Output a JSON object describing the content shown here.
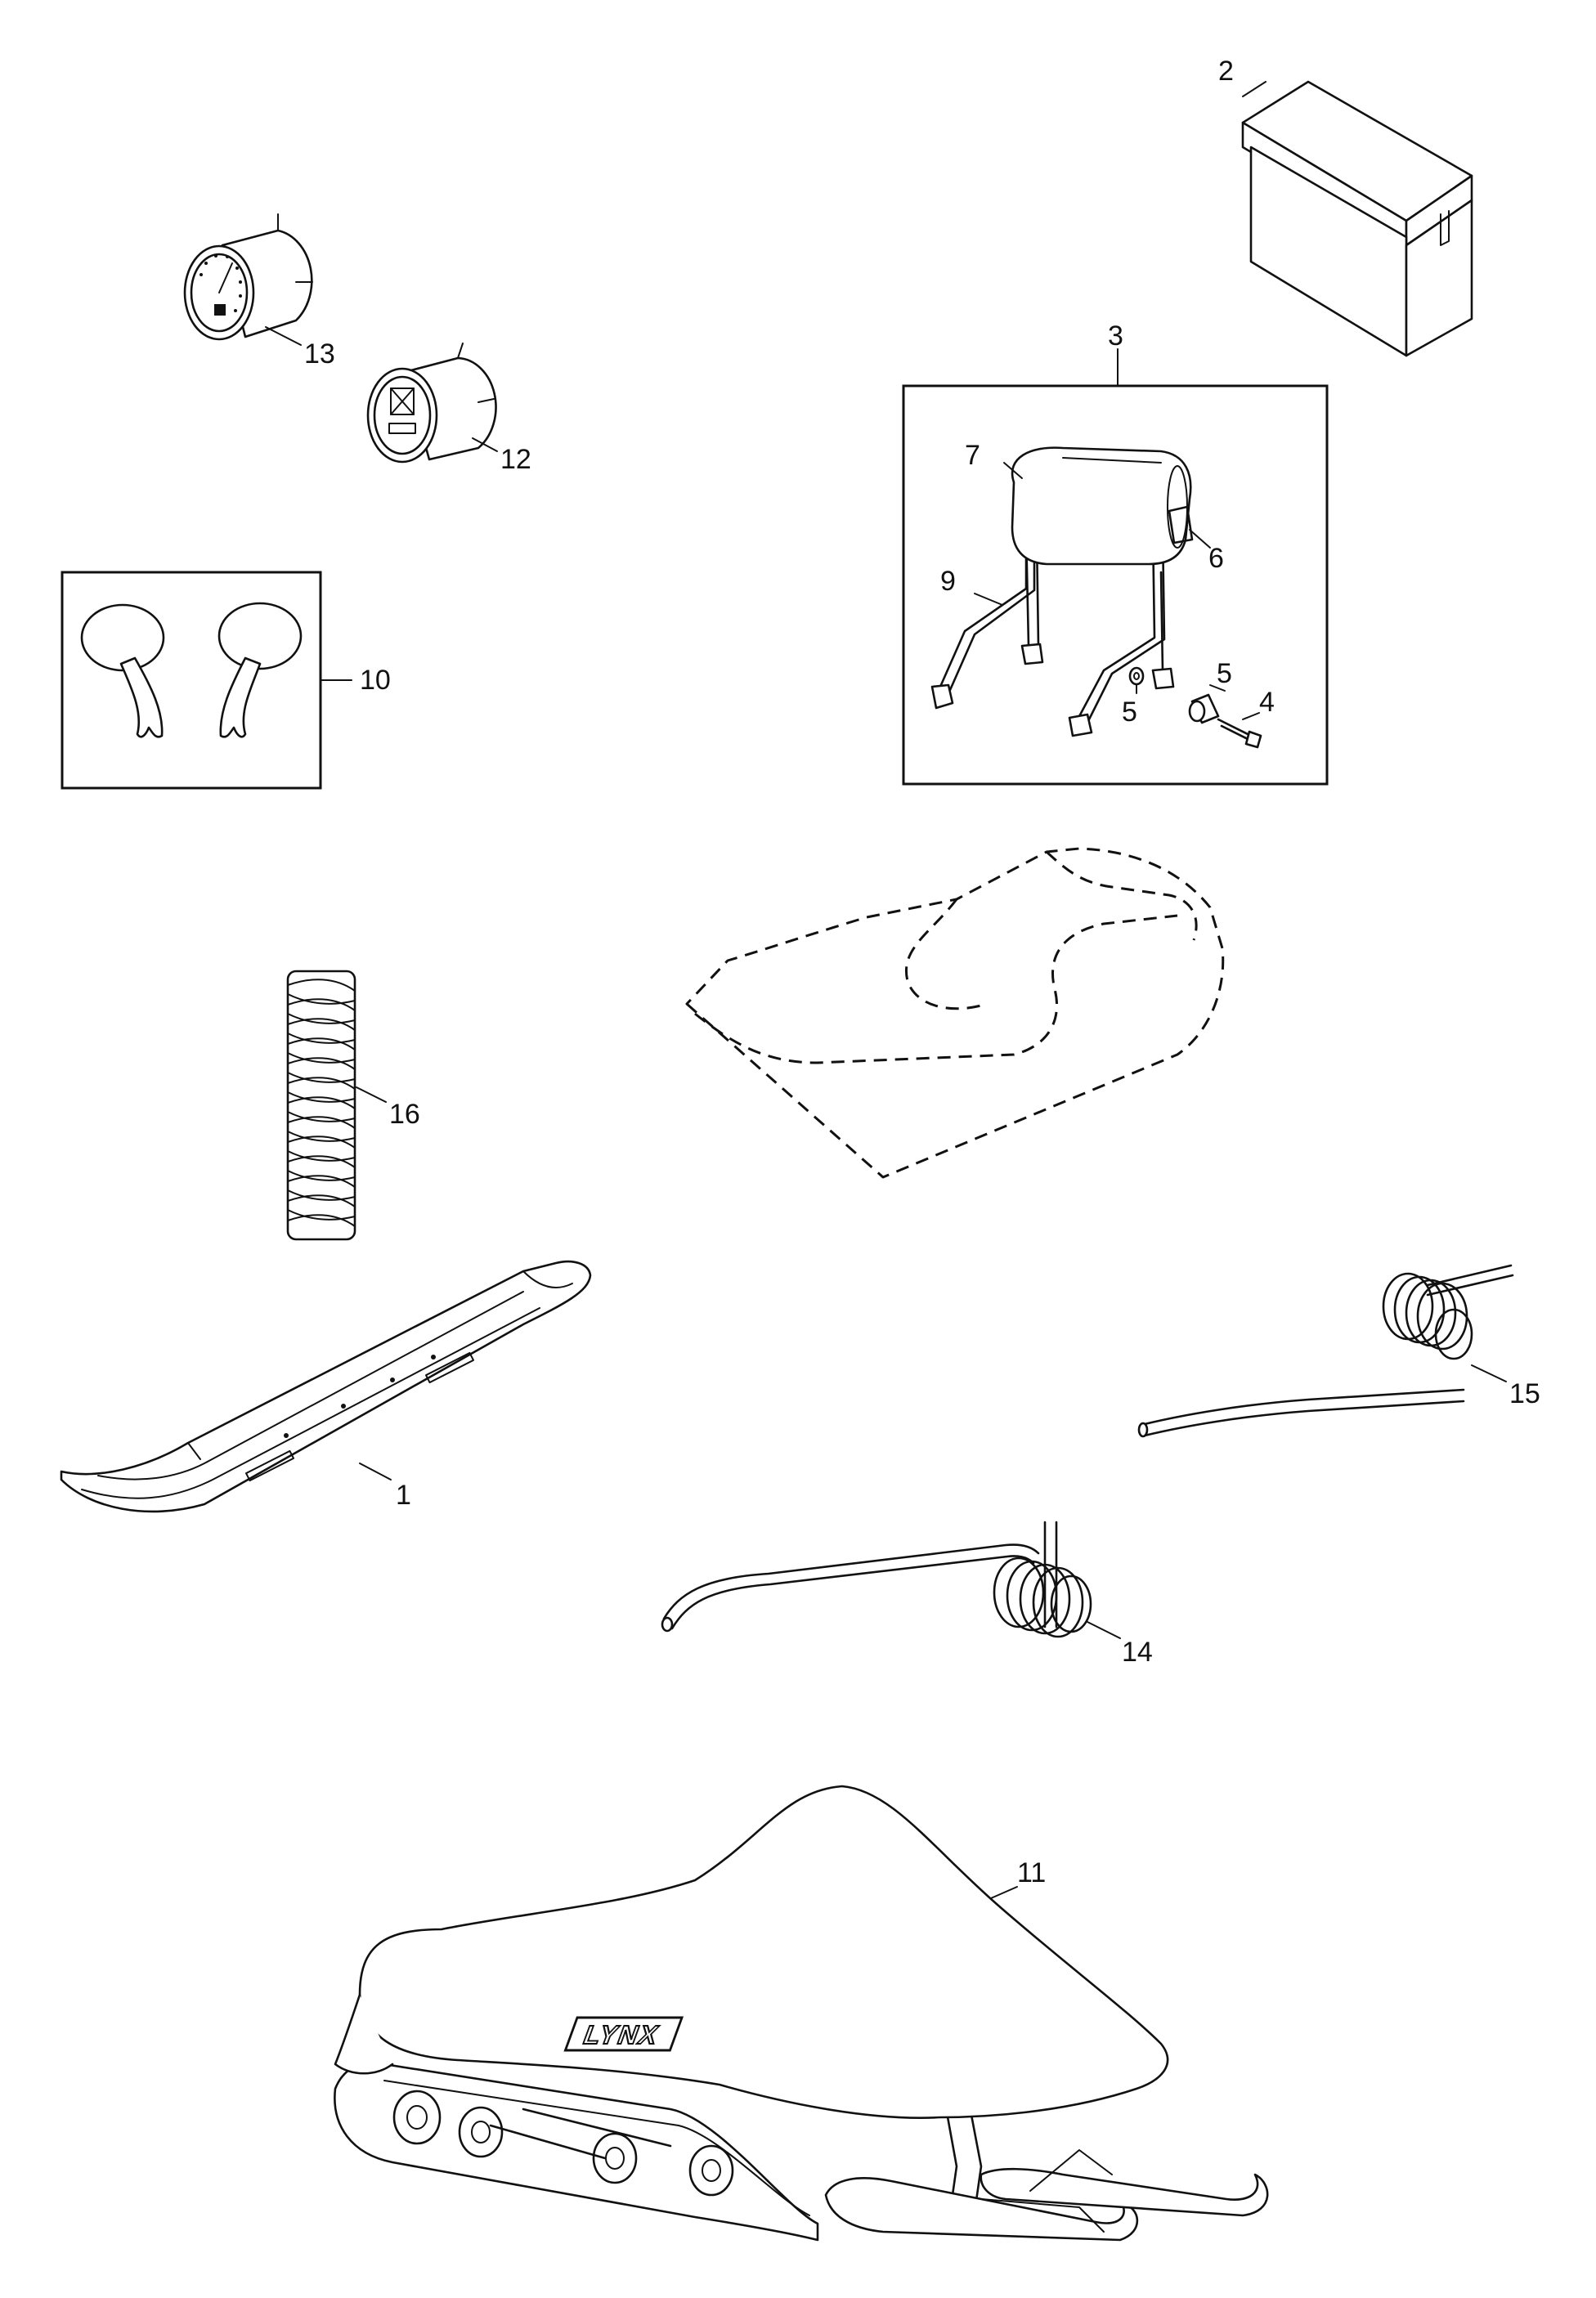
{
  "callouts": {
    "c1": "1",
    "c2": "2",
    "c3": "3",
    "c4": "4",
    "c5a": "5",
    "c5b": "5",
    "c6": "6",
    "c7": "7",
    "c9": "9",
    "c10": "10",
    "c11": "11",
    "c12": "12",
    "c13": "13",
    "c14": "14",
    "c15": "15",
    "c16": "16"
  },
  "logo": {
    "brand": "LYNX"
  },
  "parts": [
    {
      "ref": "1",
      "icon": "ski-icon"
    },
    {
      "ref": "2",
      "icon": "storage-box-icon"
    },
    {
      "ref": "3",
      "icon": "backrest-kit-icon"
    },
    {
      "ref": "4",
      "icon": "screw-icon"
    },
    {
      "ref": "5",
      "icon": "washer-spacer-icon"
    },
    {
      "ref": "6",
      "icon": "backrest-pad-icon"
    },
    {
      "ref": "7",
      "icon": "backrest-cushion-icon"
    },
    {
      "ref": "9",
      "icon": "backrest-frame-icon"
    },
    {
      "ref": "10",
      "icon": "mirror-pair-icon"
    },
    {
      "ref": "11",
      "icon": "snowmobile-cover-icon"
    },
    {
      "ref": "12",
      "icon": "gauge-icon"
    },
    {
      "ref": "13",
      "icon": "tachometer-icon"
    },
    {
      "ref": "14",
      "icon": "torsion-spring-left-icon"
    },
    {
      "ref": "15",
      "icon": "torsion-spring-right-icon"
    },
    {
      "ref": "16",
      "icon": "coil-spring-icon"
    }
  ]
}
